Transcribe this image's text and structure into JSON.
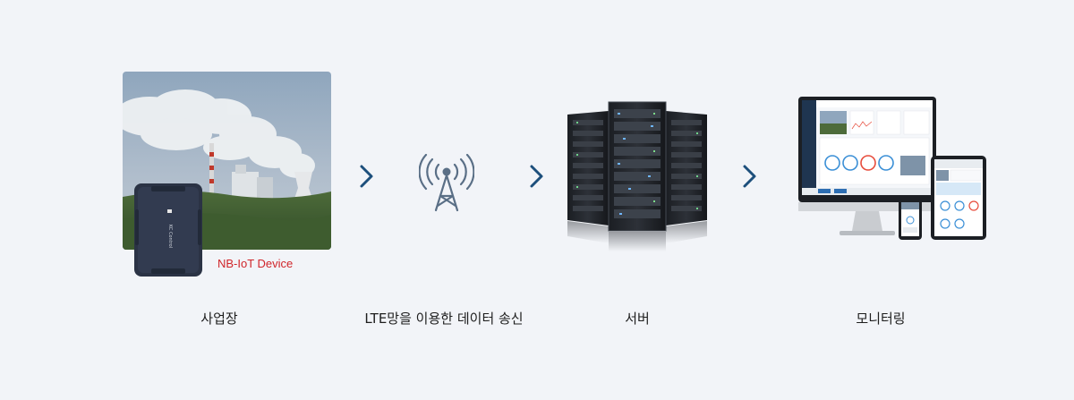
{
  "steps": [
    {
      "caption": "사업장",
      "badge": "NB-IoT Device"
    },
    {
      "caption": "LTE망을 이용한 데이터 송신"
    },
    {
      "caption": "서버"
    },
    {
      "caption": "모니터링"
    }
  ],
  "colors": {
    "background": "#f2f4f8",
    "accent": "#1d4f7c",
    "badge": "#d0262b"
  },
  "icons": [
    "chevron-right-icon",
    "antenna-tower-icon"
  ]
}
